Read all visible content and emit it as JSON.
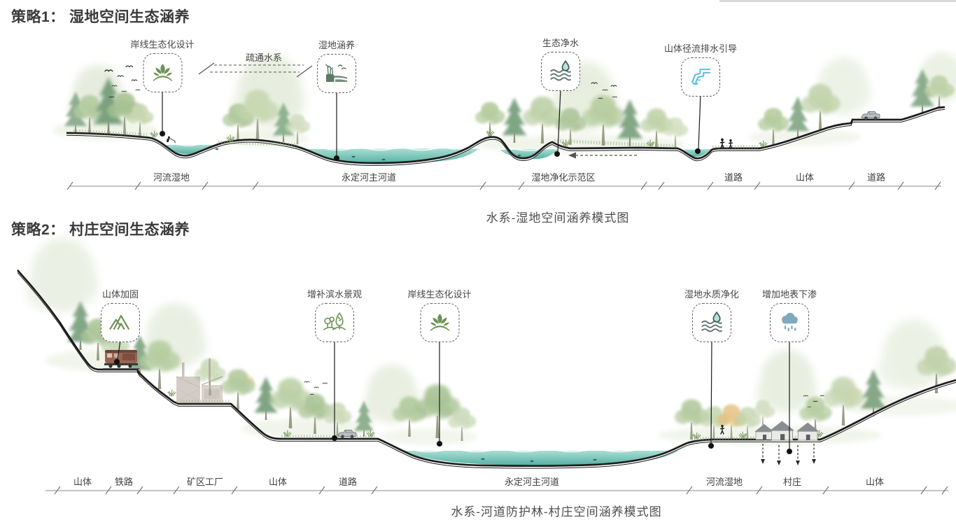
{
  "strategy1": {
    "title": "策略1： 湿地空间生态涵养",
    "caption": "水系-湿地空间涵养模式图",
    "flow_annotation": "疏通水系",
    "icons": [
      {
        "label": "岸线生态化设计",
        "icon": "shoreline-eco-design-icon"
      },
      {
        "label": "湿地涵养",
        "icon": "wetland-conservation-icon"
      },
      {
        "label": "生态净水",
        "icon": "eco-water-purification-icon"
      },
      {
        "label": "山体径流排水引导",
        "icon": "mountain-runoff-drainage-icon"
      }
    ],
    "segments": [
      {
        "label": "河流湿地"
      },
      {
        "label": "永定河主河道"
      },
      {
        "label": "湿地净化示范区"
      },
      {
        "label": "道路"
      },
      {
        "label": "山体"
      },
      {
        "label": "道路"
      }
    ]
  },
  "strategy2": {
    "title": "策略2： 村庄空间生态涵养",
    "caption": "水系-河道防护林-村庄空间涵养模式图",
    "icons": [
      {
        "label": "山体加固",
        "icon": "mountain-reinforcement-icon"
      },
      {
        "label": "增补滨水景观",
        "icon": "waterfront-landscape-icon"
      },
      {
        "label": "岸线生态化设计",
        "icon": "shoreline-eco-design-icon"
      },
      {
        "label": "湿地水质净化",
        "icon": "wetland-water-purification-icon"
      },
      {
        "label": "增加地表下渗",
        "icon": "surface-infiltration-icon"
      }
    ],
    "segments": [
      {
        "label": "山体"
      },
      {
        "label": "铁路"
      },
      {
        "label": "矿区工厂"
      },
      {
        "label": "山体"
      },
      {
        "label": "道路"
      },
      {
        "label": "永定河主河道"
      },
      {
        "label": "河流湿地"
      },
      {
        "label": "村庄"
      },
      {
        "label": "山体"
      }
    ]
  },
  "colors": {
    "title_text": "#3a3a3a",
    "label_text": "#454545",
    "dimension_line": "#8b8b8b",
    "terrain_line": "#1b1b1b",
    "water_top": "#a9ded3",
    "water_deep": "#55b1a3",
    "icon_green": "#6e9254",
    "icon_sage": "#5d7a64",
    "wave_gray": "#657776",
    "drainage_blue": "#5fbfda",
    "rain_blue": "#7fa9bd",
    "foliage_green": "#b4cba0",
    "foliage_orange": "#eac87e"
  }
}
